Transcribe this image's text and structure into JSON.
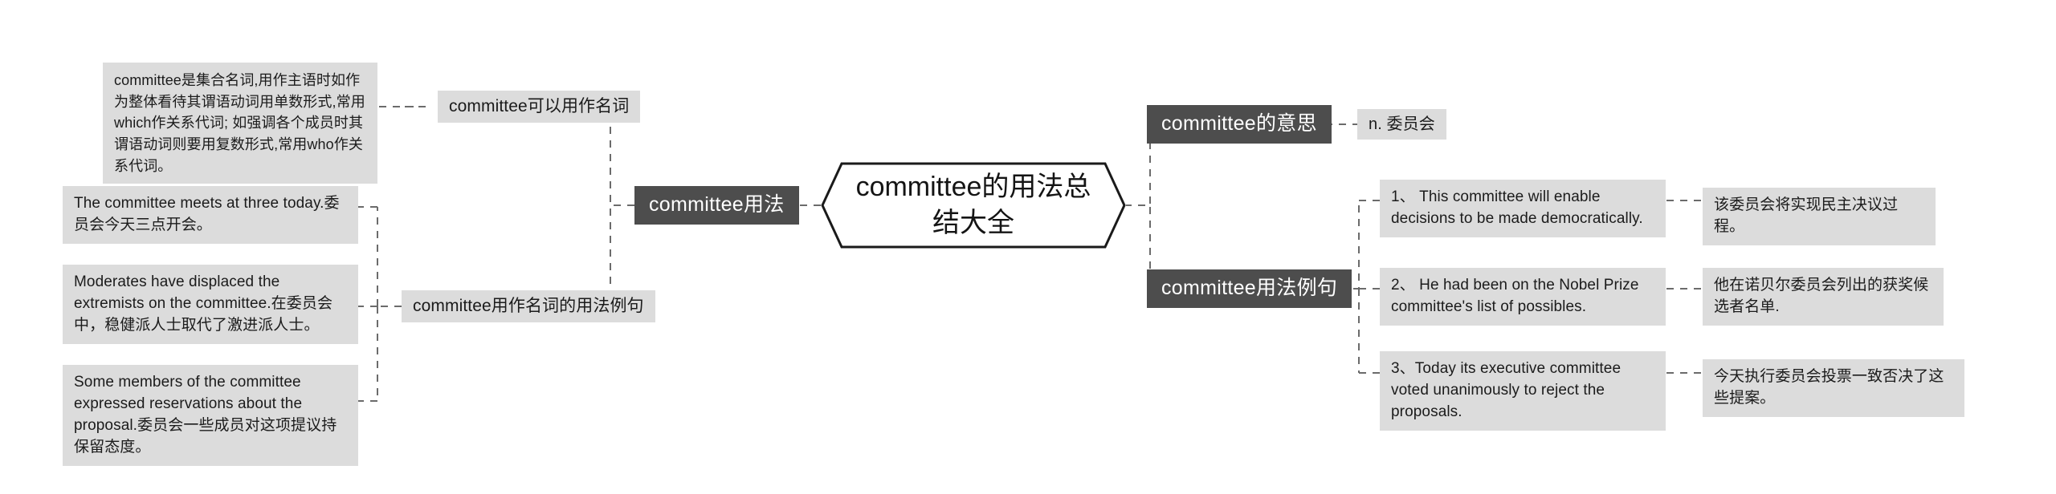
{
  "root": {
    "label": "committee的用法总结大全"
  },
  "branches": [
    {
      "id": "usage",
      "label": "committee用法"
    },
    {
      "id": "meaning",
      "label": "committee的意思"
    },
    {
      "id": "examples",
      "label": "committee用法例句"
    }
  ],
  "left": {
    "noun_node": {
      "label": "committee可以用作名词"
    },
    "noun_note": {
      "label": "committee是集合名词,用作主语时如作为整体看待其谓语动词用单数形式,常用which作关系代词; 如强调各个成员时其谓语动词则要用复数形式,常用who作关系代词。"
    },
    "noun_examples_node": {
      "label": "committee用作名词的用法例句"
    },
    "noun_examples": [
      {
        "label": "The committee meets at three today.委员会今天三点开会。"
      },
      {
        "label": "Moderates have displaced the extremists on the committee.在委员会中，稳健派人士取代了激进派人士。"
      },
      {
        "label": "Some members of the committee expressed reservations about the proposal.委员会一些成员对这项提议持保留态度。"
      }
    ]
  },
  "right": {
    "meaning_value": {
      "label": "n. 委员会"
    },
    "example_rows": [
      {
        "sentence": "1、 This committee will enable decisions to be made democratically.",
        "translation": "该委员会将实现民主决议过程。"
      },
      {
        "sentence": "2、 He had been on the Nobel Prize committee's list of possibles.",
        "translation": "他在诺贝尔委员会列出的获奖候选者名单."
      },
      {
        "sentence": "3、Today its executive committee voted unanimously to reject the proposals.",
        "translation": "今天执行委员会投票一致否决了这些提案。"
      }
    ]
  },
  "colors": {
    "branch_bg": "#4d4d4d",
    "leaf_bg": "#dcdcdc",
    "connector": "#6b6b6b",
    "root_stroke": "#1a1a1a",
    "page_bg": "#ffffff"
  }
}
